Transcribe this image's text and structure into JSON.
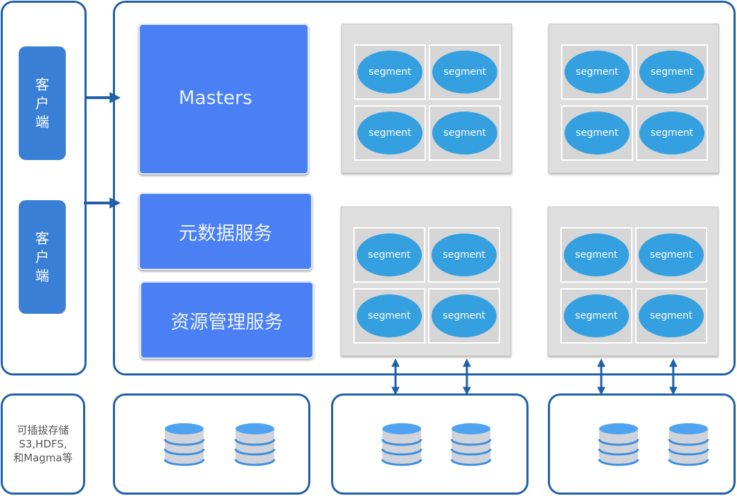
{
  "clients": [
    {
      "label": "客户端"
    },
    {
      "label": "客户端"
    }
  ],
  "services": {
    "masters": "Masters",
    "metadata": "元数据服务",
    "resource": "资源管理服务"
  },
  "segment_label": "segment",
  "storage": {
    "label_lines": [
      "可插拔存储",
      "S3,HDFS,",
      "和Magma等"
    ]
  },
  "colors": {
    "panel_border": "#1e5fa8",
    "client_fill": "#3a7fd6",
    "service_fill": "#4a80f4",
    "segment_fill": "#35a0df",
    "group_fill": "#dedede",
    "arrow": "#1e5fa8"
  }
}
